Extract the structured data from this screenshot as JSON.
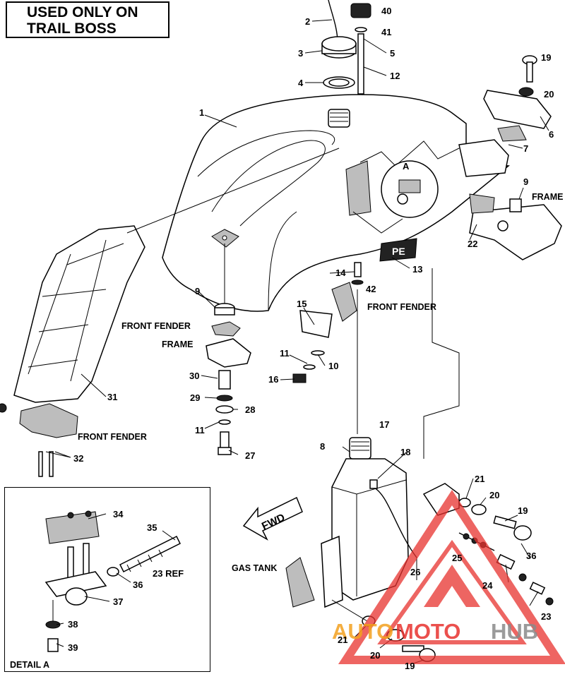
{
  "title": {
    "line1": "USED ONLY ON",
    "line2": "TRAIL BOSS"
  },
  "labels": {
    "front_fender": "FRONT FENDER",
    "frame": "FRAME",
    "gas_tank": "GAS TANK",
    "fwd": "FWD",
    "detail_a": "DETAIL A",
    "detail_marker": "A",
    "decal": "PE"
  },
  "callouts": {
    "c1": "1",
    "c2": "2",
    "c3": "3",
    "c4": "4",
    "c5": "5",
    "c6": "6",
    "c7": "7",
    "c8": "8",
    "c9a": "9",
    "c9b": "9",
    "c10": "10",
    "c11a": "11",
    "c11b": "11",
    "c12": "12",
    "c13": "13",
    "c14": "14",
    "c15": "15",
    "c16": "16",
    "c17": "17",
    "c18": "18",
    "c19a": "19",
    "c19b": "19",
    "c19c": "19",
    "c20a": "20",
    "c20b": "20",
    "c20c": "20",
    "c21a": "21",
    "c21b": "21",
    "c22": "22",
    "c23a": "23",
    "c23b": "23",
    "c23ref": "23 REF",
    "c24": "24",
    "c25": "25",
    "c26": "26",
    "c27": "27",
    "c28": "28",
    "c29": "29",
    "c30": "30",
    "c31": "31",
    "c32": "32",
    "c34": "34",
    "c35": "35",
    "c36a": "36",
    "c36b": "36",
    "c37": "37",
    "c38": "38",
    "c39": "39",
    "c40": "40",
    "c41": "41",
    "c42": "42"
  },
  "watermark": {
    "part1": "AUTO",
    "part2": "MOTO",
    "part3": "HUB"
  },
  "colors": {
    "watermark_red": "#e8322e",
    "watermark_orange": "#f3a11f",
    "watermark_grey": "#8a8a8a"
  }
}
